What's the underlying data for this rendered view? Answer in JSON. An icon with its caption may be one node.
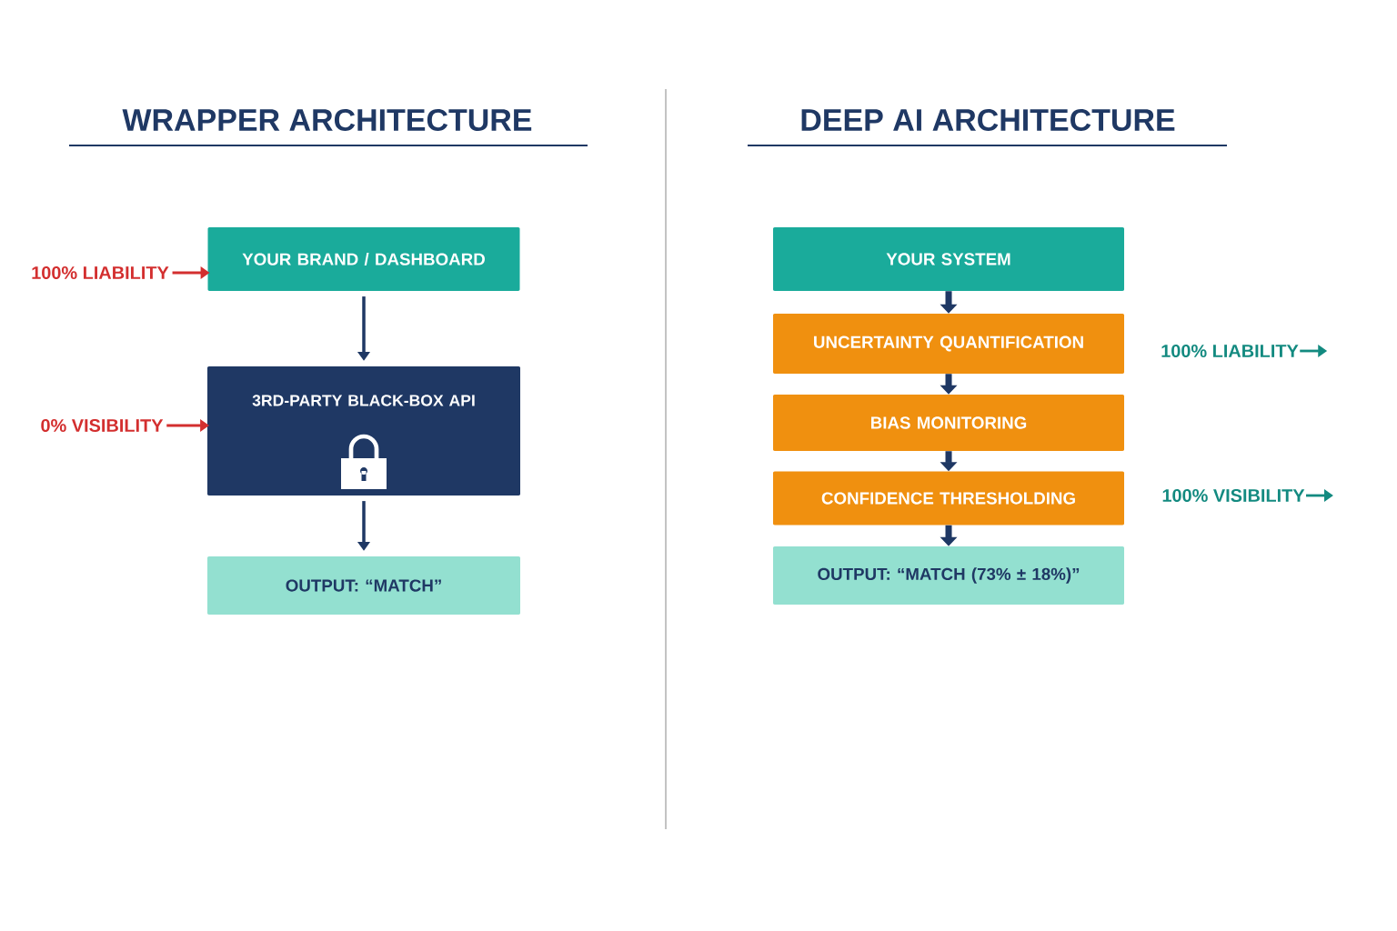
{
  "diagram": {
    "nodes": [
      {
        "text": [
          "YOUR BRAND / DASHBOARD"
        ]
      },
      {
        "text": [
          "3RD-PARTY BLACK-BOX API"
        ]
      },
      {
        "text": [
          "OUTPUT: “MATCH”"
        ]
      },
      {
        "text": [
          "100% LIABILITY"
        ]
      },
      {
        "text": [
          "0% VISIBILITY"
        ]
      },
      {
        "text": [
          "YOUR SYSTEM"
        ]
      },
      {
        "text": [
          "UNCERTAINTY QUANTIFICATION"
        ]
      },
      {
        "text": [
          "BIAS MONITORING"
        ]
      },
      {
        "text": [
          "CONFIDENCE THRESHOLDING"
        ]
      },
      {
        "text": [
          "OUTPUT: “MATCH (73% ± 18%)”"
        ]
      },
      {
        "text": [
          "100% LIABILITY"
        ]
      },
      {
        "text": [
          "100% VISIBILITY"
        ]
      }
    ],
    "edges": [
      {
        "from": 0,
        "to": 1,
        "arrow": "to"
      },
      {
        "from": 1,
        "to": 2,
        "arrow": "to"
      },
      {
        "from": 3,
        "to": 0,
        "arrow": "to",
        "color": "#d32f2f"
      },
      {
        "from": 4,
        "to": 1,
        "arrow": "to",
        "color": "#d32f2f"
      },
      {
        "from": 5,
        "to": 6,
        "arrow": "to",
        "style": "thick"
      },
      {
        "from": 6,
        "to": 7,
        "arrow": "to",
        "style": "thick"
      },
      {
        "from": 7,
        "to": 8,
        "arrow": "to",
        "style": "thick"
      },
      {
        "from": 8,
        "to": 9,
        "arrow": "to",
        "style": "thick"
      },
      {
        "from": 10,
        "to": null,
        "arrow": "to",
        "color": "#138a80"
      },
      {
        "from": 11,
        "to": null,
        "arrow": "to",
        "color": "#138a80"
      }
    ],
    "labels": [
      "WRAPPER ARCHITECTURE",
      "DEEP AI ARCHITECTURE"
    ]
  }
}
